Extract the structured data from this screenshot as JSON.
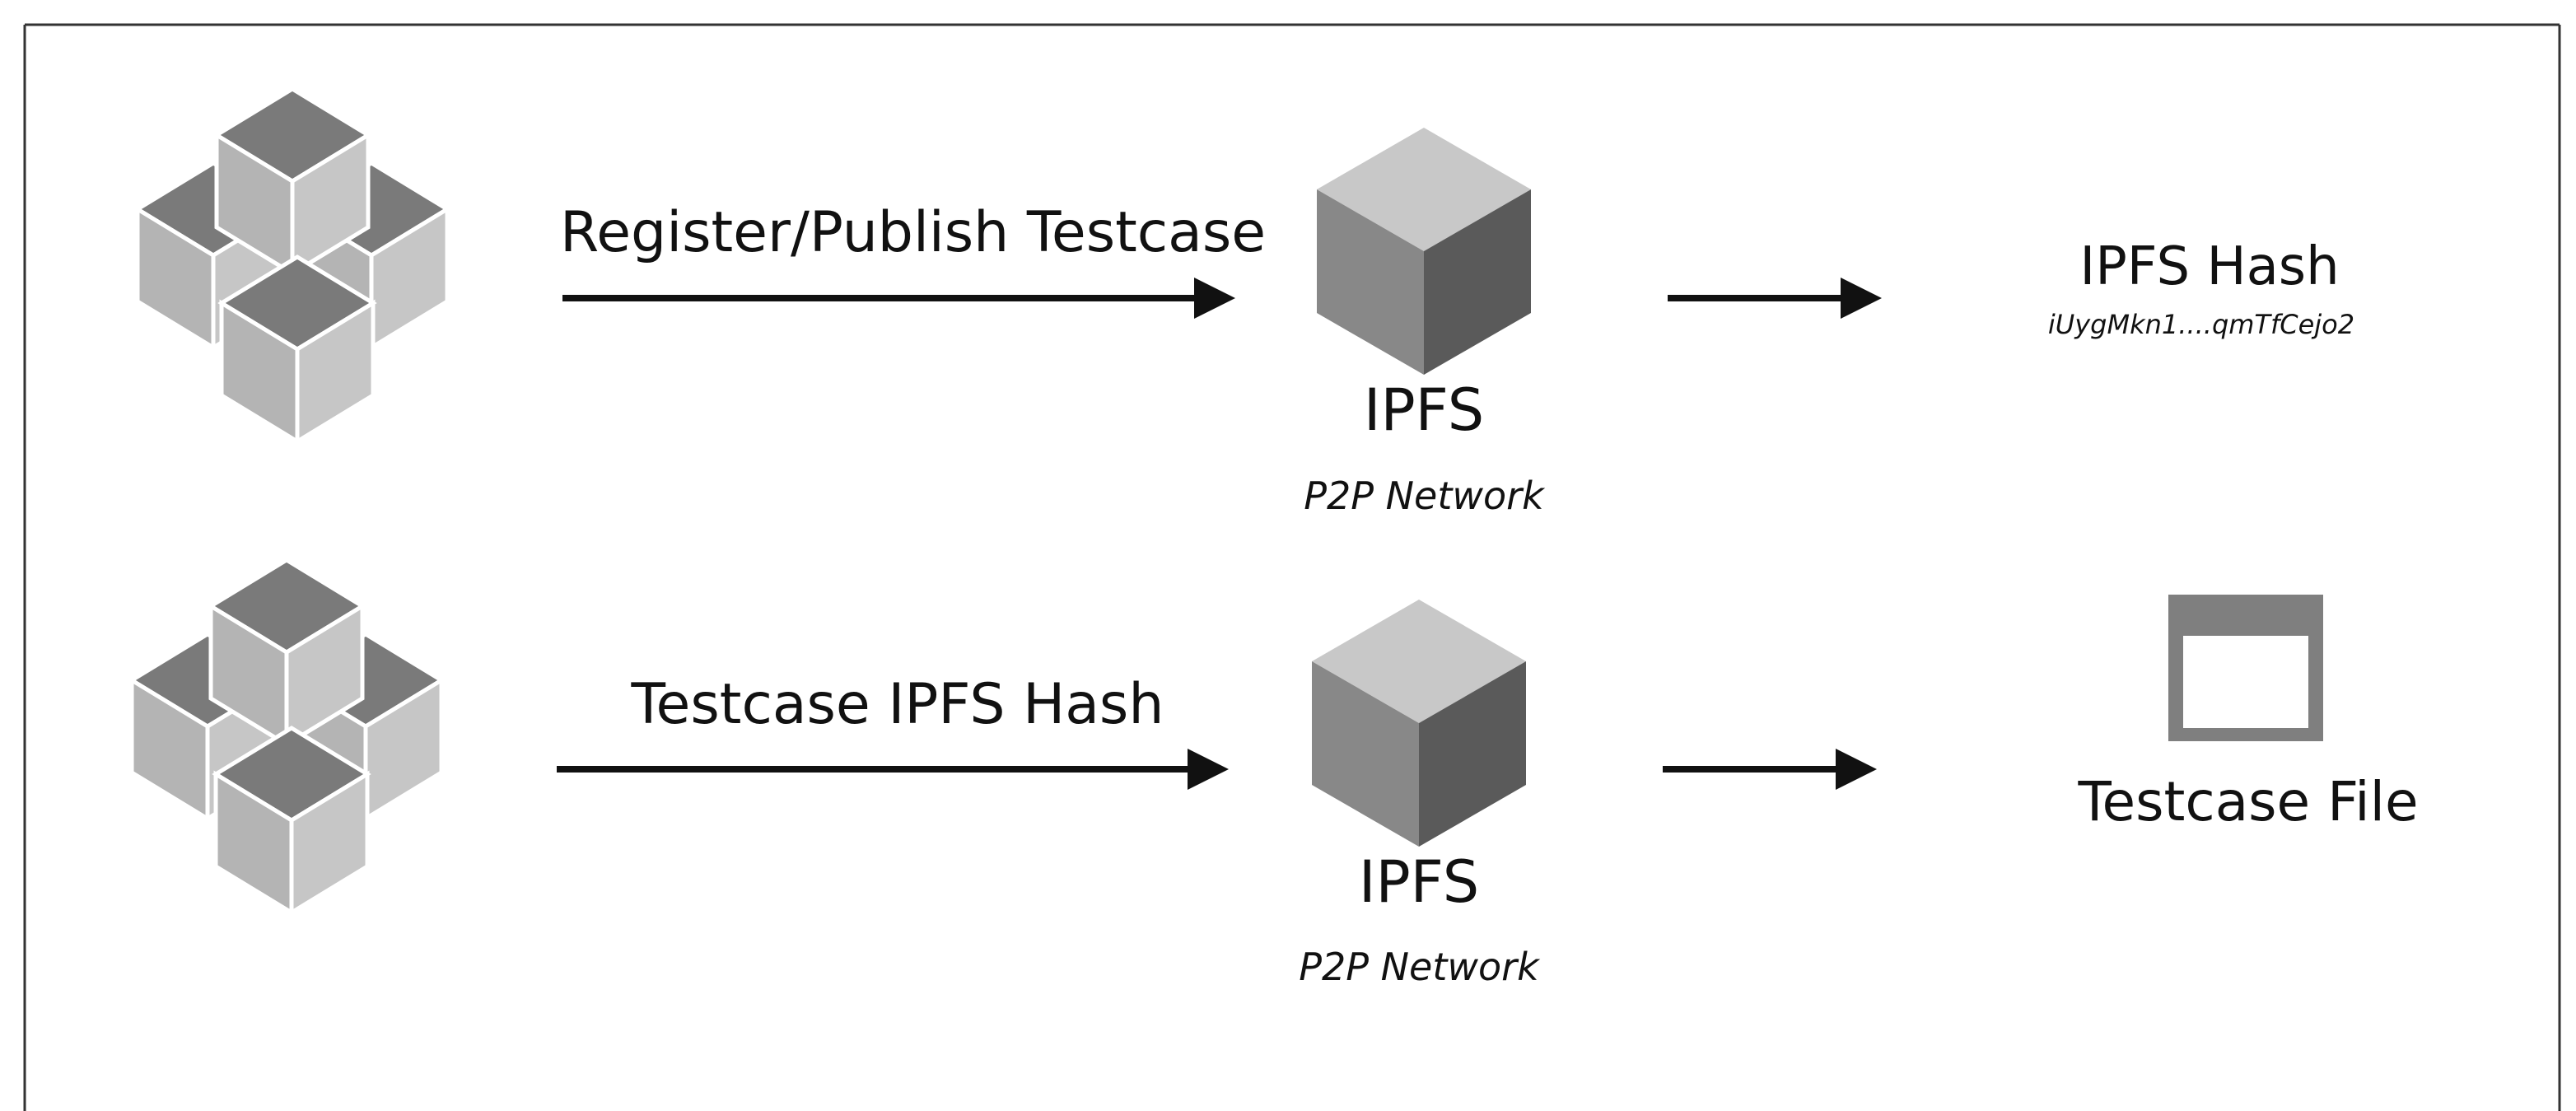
{
  "rows": [
    {
      "arrow_label": "Register/Publish Testcase",
      "node_title": "IPFS",
      "node_subtitle": "P2P Network",
      "result_title": "IPFS Hash",
      "result_value": "iUygMkn1....qmTfCejo2",
      "source_icon": "cube-cluster-icon",
      "node_icon": "cube-icon"
    },
    {
      "arrow_label": "Testcase IPFS Hash",
      "node_title": "IPFS",
      "node_subtitle": "P2P Network",
      "result_title": "Testcase File",
      "source_icon": "cube-cluster-icon",
      "node_icon": "cube-icon",
      "result_icon": "file-window-icon"
    }
  ],
  "colors": {
    "cube_top": "#c8c8c8",
    "cube_left": "#888888",
    "cube_right": "#5a5a5a",
    "cluster_dark": "#7a7a7a",
    "cluster_light": "#b4b4b4",
    "cluster_lighter": "#c6c6c6",
    "frame": "#333333",
    "arrow": "#111111",
    "file_icon": "#7f7f7f"
  }
}
